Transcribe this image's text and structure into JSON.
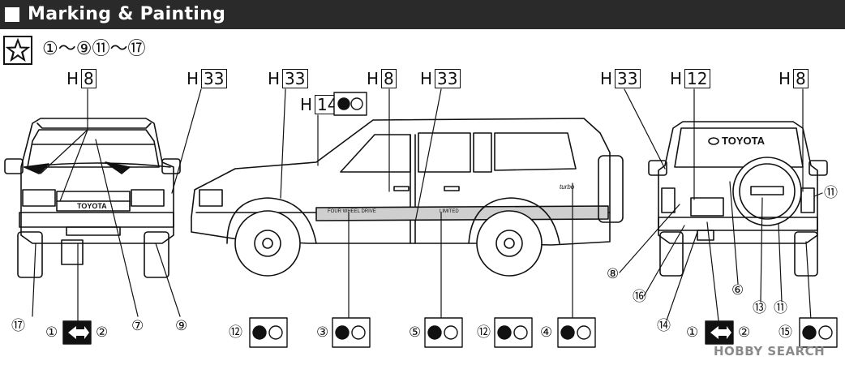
{
  "header": {
    "title": "Marking & Painting"
  },
  "subtitle": {
    "range": "①～⑨⑪～⑰"
  },
  "color_labels": {
    "front_h8_prefix": "H",
    "front_h8_code": "8",
    "front_h33_prefix": "H",
    "front_h33_code": "33",
    "side_h33a_prefix": "H",
    "side_h33a_code": "33",
    "side_h14_prefix": "H",
    "side_h14_code": "14",
    "side_h8_prefix": "H",
    "side_h8_code": "8",
    "side_h33b_prefix": "H",
    "side_h33b_code": "33",
    "rear_h33_prefix": "H",
    "rear_h33_code": "33",
    "rear_h12_prefix": "H",
    "rear_h12_code": "12",
    "rear_h8_prefix": "H",
    "rear_h8_code": "8"
  },
  "callouts": {
    "c17_front": "⑰",
    "c1_front": "①",
    "c2_front": "②",
    "c7": "⑦",
    "c9": "⑨",
    "c12_side_a": "⑫",
    "c3": "③",
    "c5": "⑤",
    "c12_side_b": "⑫",
    "c4": "④",
    "c11_right": "⑪",
    "c8": "⑧",
    "c16": "⑯",
    "c6": "⑥",
    "c13": "⑬",
    "c11_rear": "⑪",
    "c14": "⑭",
    "c1_rear": "①",
    "c2_rear": "②",
    "c15": "⑮"
  },
  "vehicle_text": {
    "grille_badge": "TOYOTA",
    "tailgate_badge": "TOYOTA",
    "side_stripe": "FOUR WHEEL DRIVE",
    "limited": "LIMITED",
    "turbo": "turbo"
  },
  "watermark": "HOBBY SEARCH",
  "colors": {
    "header_bg": "#2a2a2a",
    "line": "#111111",
    "paint_band": "#cfcfcf"
  }
}
